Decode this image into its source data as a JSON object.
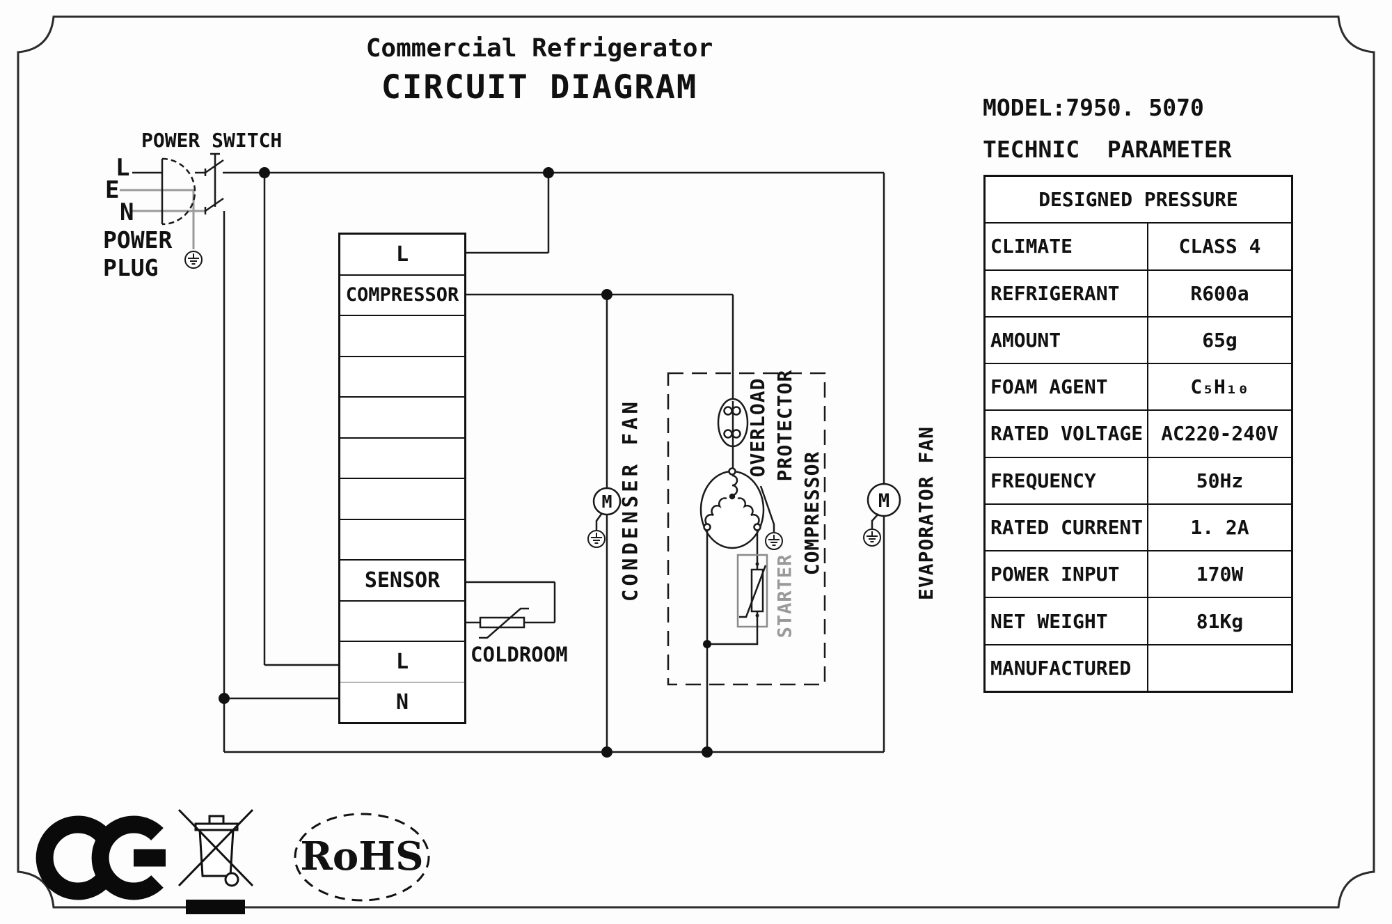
{
  "header": {
    "subtitle": "Commercial Refrigerator",
    "title": "CIRCUIT DIAGRAM"
  },
  "power": {
    "switch_label": "POWER SWITCH",
    "plug_line1": "POWER",
    "plug_line2": "PLUG",
    "pin_l": "L",
    "pin_e": "E",
    "pin_n": "N"
  },
  "terminal": {
    "rows": [
      "L",
      "COMPRESSOR",
      "",
      "",
      "",
      "",
      "",
      "",
      "SENSOR",
      "",
      "L",
      "N"
    ]
  },
  "components": {
    "coldroom": "COLDROOM",
    "condenser_fan": "CONDENSER FAN",
    "evaporator_fan": "EVAPORATOR FAN",
    "overload_line1": "OVERLOAD",
    "overload_line2": "PROTECTOR",
    "compressor": "COMPRESSOR",
    "starter": "STARTER",
    "motor": "M"
  },
  "spec": {
    "model": "MODEL:7950. 5070",
    "technic": "TECHNIC  PARAMETER",
    "table": {
      "header": "DESIGNED PRESSURE",
      "rows": [
        {
          "label": "CLIMATE",
          "value": "CLASS 4"
        },
        {
          "label": "REFRIGERANT",
          "value": "R600a"
        },
        {
          "label": "AMOUNT",
          "value": "65g"
        },
        {
          "label": "FOAM AGENT",
          "value": "C₅H₁₀"
        },
        {
          "label": "RATED VOLTAGE",
          "value": "AC220-240V"
        },
        {
          "label": "FREQUENCY",
          "value": "50Hz"
        },
        {
          "label": "RATED CURRENT",
          "value": "1. 2A"
        },
        {
          "label": "POWER INPUT",
          "value": "170W"
        },
        {
          "label": "NET WEIGHT",
          "value": "81Kg"
        },
        {
          "label": "MANUFACTURED",
          "value": ""
        }
      ]
    }
  },
  "footer": {
    "rohs": "RoHS"
  },
  "colors": {
    "line": "#1a1a1a",
    "muted": "#9a9a9a"
  }
}
